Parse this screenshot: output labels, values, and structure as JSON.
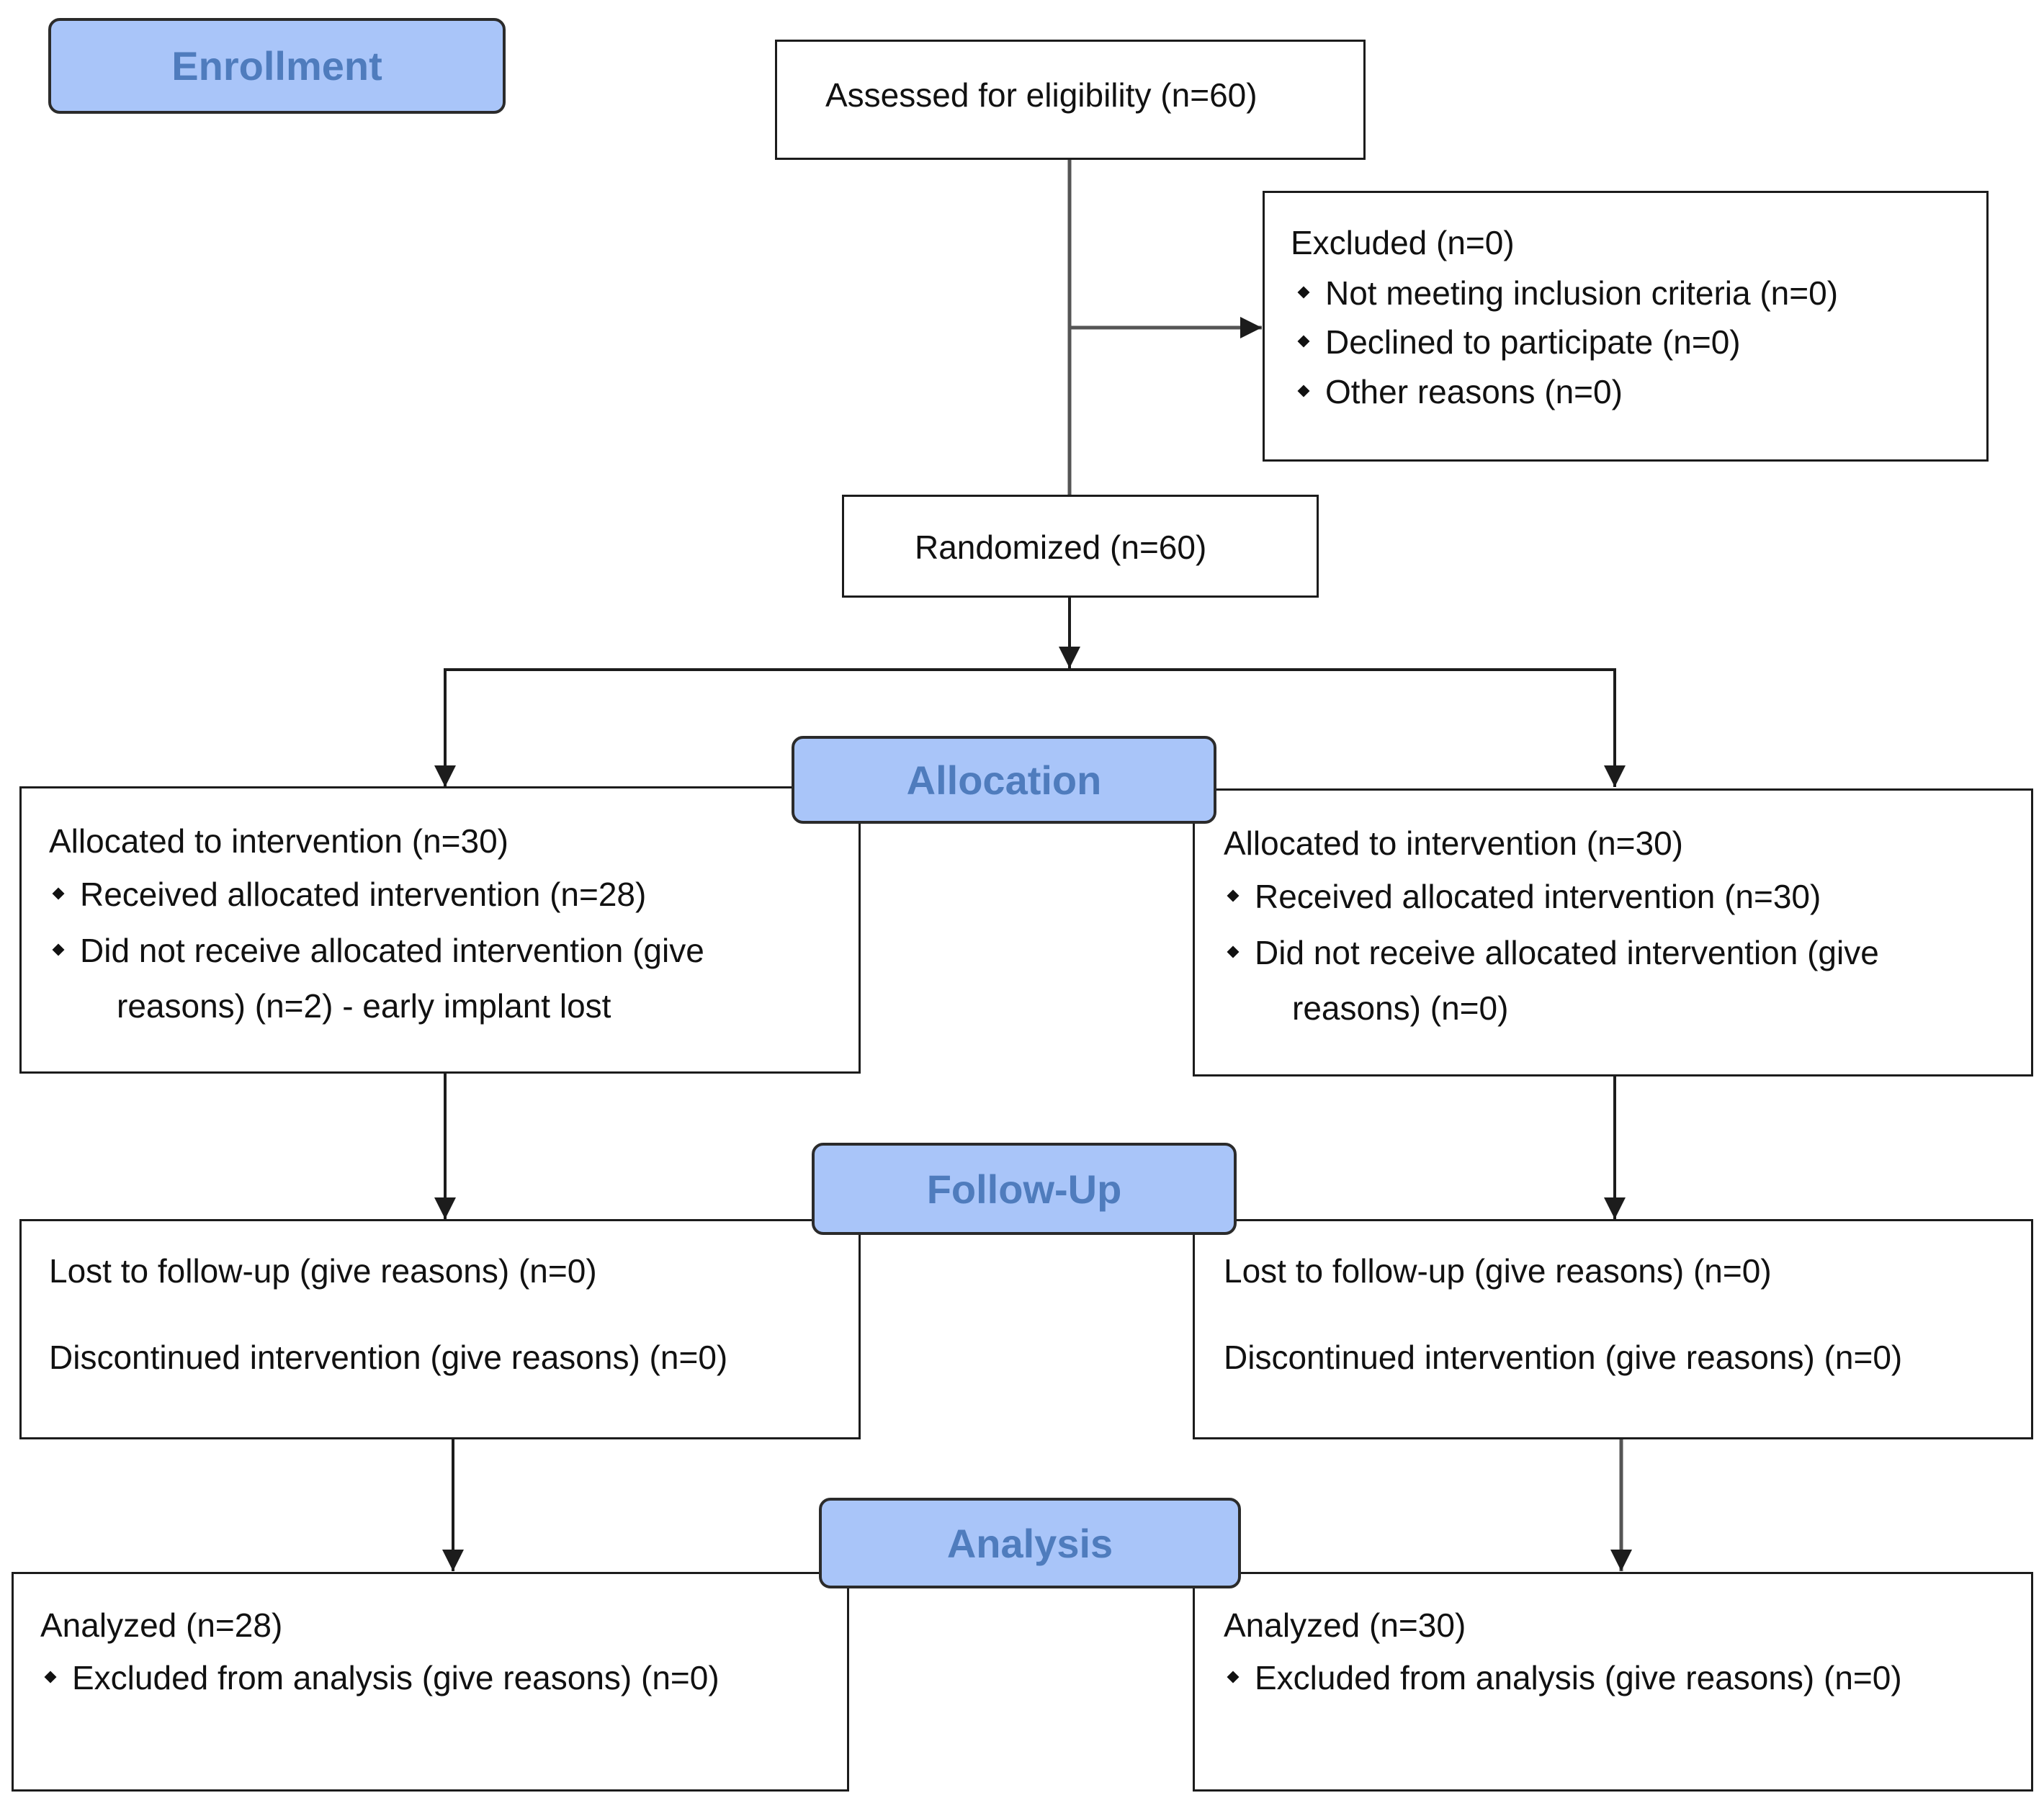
{
  "stages": {
    "enrollment": "Enrollment",
    "allocation": "Allocation",
    "follow_up": "Follow-Up",
    "analysis": "Analysis"
  },
  "assessed": {
    "text": "Assessed for eligibility (n=60)"
  },
  "excluded": {
    "title": "Excluded (n=0)",
    "items": [
      "Not meeting inclusion criteria (n=0)",
      "Declined to participate (n=0)",
      "Other reasons (n=0)"
    ]
  },
  "randomized": {
    "text": "Randomized (n=60)"
  },
  "allocation_left": {
    "title": "Allocated to intervention (n=30)",
    "received": "Received allocated intervention (n=28)",
    "not_received": "Did not receive allocated intervention (give",
    "not_received_cont": "reasons) (n=2)  - early implant lost"
  },
  "allocation_right": {
    "title": "Allocated to intervention (n=30)",
    "received": "Received allocated intervention (n=30)",
    "not_received": "Did not receive allocated intervention (give",
    "not_received_cont": "reasons) (n=0)"
  },
  "followup_left": {
    "lost": "Lost to follow-up (give reasons) (n=0)",
    "discontinued": "Discontinued intervention (give reasons) (n=0)"
  },
  "followup_right": {
    "lost": "Lost to follow-up (give reasons) (n=0)",
    "discontinued": "Discontinued intervention (give reasons) (n=0)"
  },
  "analysis_left": {
    "title": "Analyzed (n=28)",
    "excluded": "Excluded from analysis (give reasons) (n=0)"
  },
  "analysis_right": {
    "title": "Analyzed (n=30)",
    "excluded": "Excluded from analysis (give reasons) (n=0)"
  }
}
